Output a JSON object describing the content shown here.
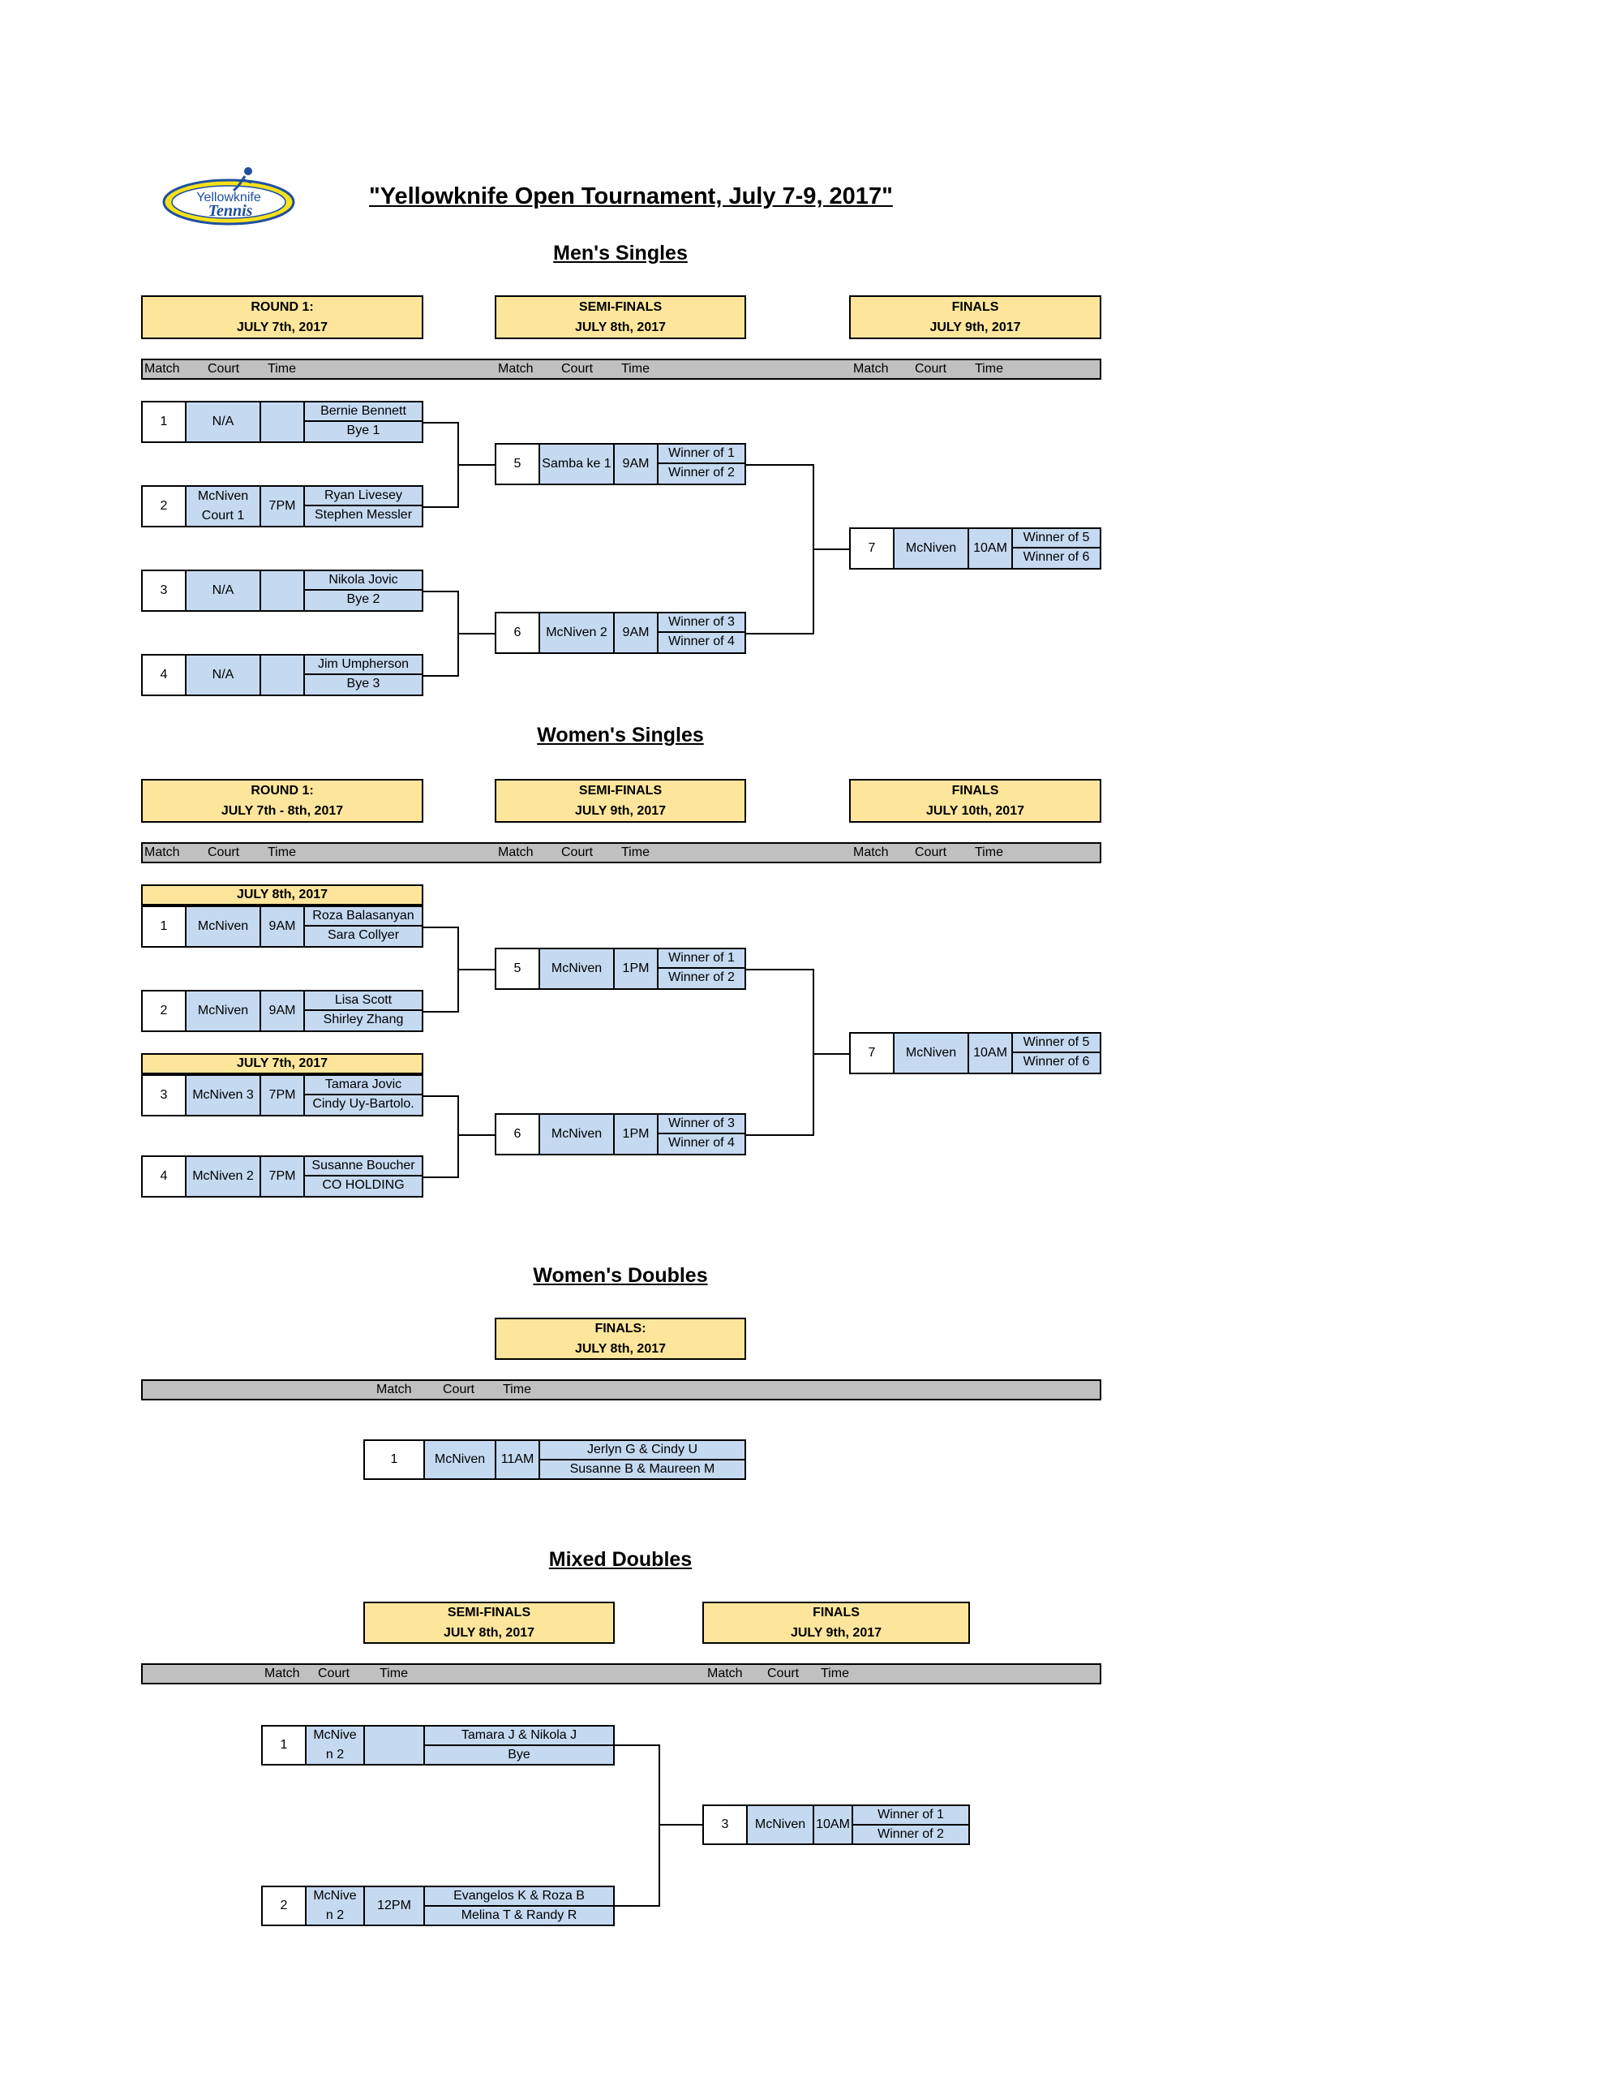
{
  "title": "\"Yellowknife Open Tournament, July 7-9, 2017\"",
  "logo": {
    "line1": "Yellowknife",
    "line2": "Tennis"
  },
  "colors": {
    "header": "#fde69b",
    "cell": "#c5d9f1",
    "bar": "#c0c0c0"
  },
  "labels": {
    "match": "Match",
    "court": "Court",
    "time": "Time"
  },
  "mens_singles": {
    "title": "Men's Singles",
    "round1": {
      "line1": "ROUND 1:",
      "line2": "JULY 7th, 2017"
    },
    "semis": {
      "line1": "SEMI-FINALS",
      "line2": "JULY 8th, 2017"
    },
    "finals": {
      "line1": "FINALS",
      "line2": "JULY 9th, 2017"
    },
    "matches": [
      {
        "num": "1",
        "court": "N/A",
        "time": "",
        "p1": "Bernie Bennett",
        "p2": "Bye 1"
      },
      {
        "num": "2",
        "court": "McNiven Court 1",
        "time": "7PM",
        "p1": "Ryan Livesey",
        "p2": "Stephen Messler"
      },
      {
        "num": "3",
        "court": "N/A",
        "time": "",
        "p1": "Nikola Jovic",
        "p2": "Bye 2"
      },
      {
        "num": "4",
        "court": "N/A",
        "time": "",
        "p1": "Jim Umpherson",
        "p2": "Bye 3"
      },
      {
        "num": "5",
        "court": "Samba ke 1",
        "time": "9AM",
        "p1": "Winner of 1",
        "p2": "Winner of 2"
      },
      {
        "num": "6",
        "court": "McNiven 2",
        "time": "9AM",
        "p1": "Winner of 3",
        "p2": "Winner of 4"
      },
      {
        "num": "7",
        "court": "McNiven",
        "time": "10AM",
        "p1": "Winner of 5",
        "p2": "Winner of 6"
      }
    ]
  },
  "womens_singles": {
    "title": "Women's Singles",
    "round1": {
      "line1": "ROUND 1:",
      "line2": "JULY 7th - 8th, 2017"
    },
    "semis": {
      "line1": "SEMI-FINALS",
      "line2": "JULY 9th, 2017"
    },
    "finals": {
      "line1": "FINALS",
      "line2": "JULY 10th, 2017"
    },
    "date_a": "JULY 8th, 2017",
    "date_b": "JULY 7th, 2017",
    "matches": [
      {
        "num": "1",
        "court": "McNiven",
        "time": "9AM",
        "p1": "Roza Balasanyan",
        "p2": "Sara Collyer"
      },
      {
        "num": "2",
        "court": "McNiven",
        "time": "9AM",
        "p1": "Lisa Scott",
        "p2": "Shirley Zhang"
      },
      {
        "num": "3",
        "court": "McNiven 3",
        "time": "7PM",
        "p1": "Tamara Jovic",
        "p2": "Cindy Uy-Bartolo."
      },
      {
        "num": "4",
        "court": "McNiven 2",
        "time": "7PM",
        "p1": "Susanne Boucher",
        "p2": "CO HOLDING"
      },
      {
        "num": "5",
        "court": "McNiven",
        "time": "1PM",
        "p1": "Winner of 1",
        "p2": "Winner of 2"
      },
      {
        "num": "6",
        "court": "McNiven",
        "time": "1PM",
        "p1": "Winner of 3",
        "p2": "Winner of 4"
      },
      {
        "num": "7",
        "court": "McNiven",
        "time": "10AM",
        "p1": "Winner of 5",
        "p2": "Winner of 6"
      }
    ]
  },
  "womens_doubles": {
    "title": "Women's Doubles",
    "finals": {
      "line1": "FINALS:",
      "line2": "JULY 8th, 2017"
    },
    "match": {
      "num": "1",
      "court": "McNiven",
      "time": "11AM",
      "p1": "Jerlyn G & Cindy U",
      "p2": "Susanne B & Maureen M"
    }
  },
  "mixed_doubles": {
    "title": "Mixed Doubles",
    "semis": {
      "line1": "SEMI-FINALS",
      "line2": "JULY 8th, 2017"
    },
    "finals": {
      "line1": "FINALS",
      "line2": "JULY 9th, 2017"
    },
    "matches": [
      {
        "num": "1",
        "court": "McNive n 2",
        "time": "",
        "p1": "Tamara J & Nikola J",
        "p2": "Bye"
      },
      {
        "num": "2",
        "court": "McNive n 2",
        "time": "12PM",
        "p1": "Evangelos K & Roza B",
        "p2": "Melina T & Randy R"
      },
      {
        "num": "3",
        "court": "McNiven",
        "time": "10AM",
        "p1": "Winner of 1",
        "p2": "Winner of 2"
      }
    ]
  }
}
